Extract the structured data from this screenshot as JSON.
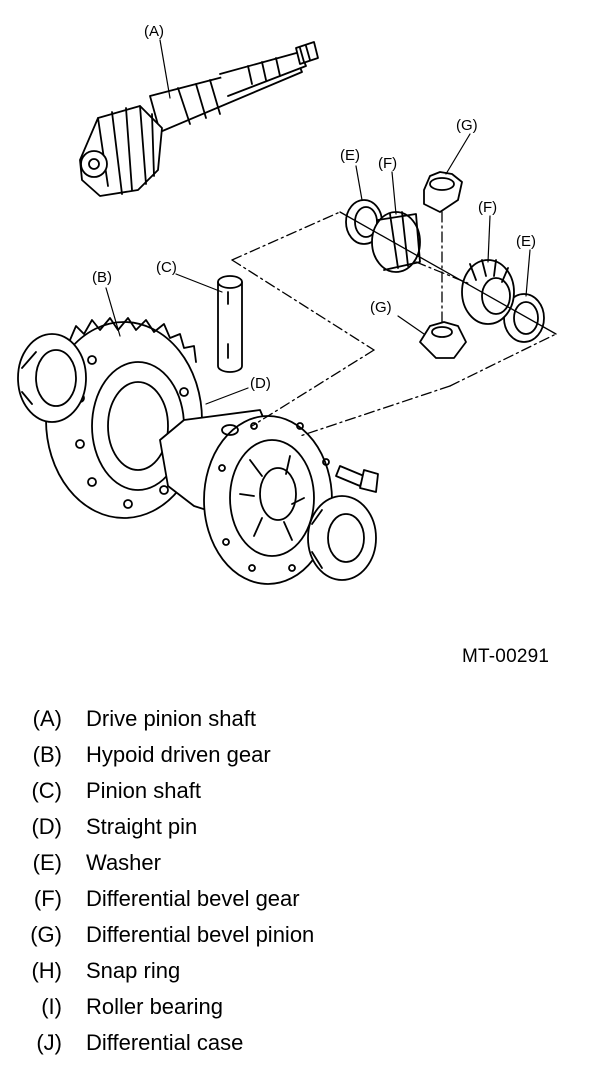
{
  "figure_code": "MT-00291",
  "callouts": {
    "A": "(A)",
    "B": "(B)",
    "C": "(C)",
    "D": "(D)",
    "E1": "(E)",
    "E2": "(E)",
    "F1": "(F)",
    "F2": "(F)",
    "G1": "(G)",
    "G2": "(G)"
  },
  "legend": [
    {
      "key": "(A)",
      "label": "Drive pinion shaft"
    },
    {
      "key": "(B)",
      "label": "Hypoid driven gear"
    },
    {
      "key": "(C)",
      "label": "Pinion shaft"
    },
    {
      "key": "(D)",
      "label": "Straight pin"
    },
    {
      "key": "(E)",
      "label": "Washer"
    },
    {
      "key": "(F)",
      "label": "Differential bevel gear"
    },
    {
      "key": "(G)",
      "label": "Differential bevel pinion"
    },
    {
      "key": "(H)",
      "label": "Snap ring"
    },
    {
      "key": "(I)",
      "label": "Roller bearing"
    },
    {
      "key": "(J)",
      "label": "Differential case"
    }
  ]
}
